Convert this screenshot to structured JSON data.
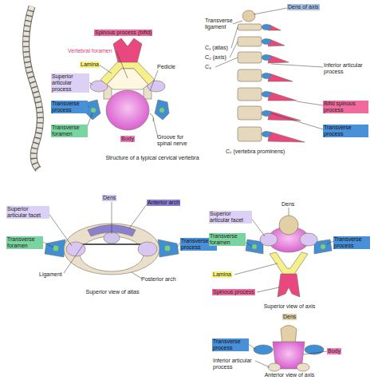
{
  "diagram": {
    "labels": [
      "Spinous process (bifid)",
      "Vertebral foramen",
      "Lamina",
      "Pedicle",
      "Superior articular process",
      "Transverse process",
      "Transverse foramen",
      "Body",
      "Groove for spinal nerve",
      "Structure of a typical cervical vertebra",
      "Dens of axis",
      "Transverse ligament",
      "C₁ (atlas)",
      "C₂ (axis)",
      "C₃",
      "Inferior articular process",
      "Bifid spinous process",
      "Transverse process",
      "C₇ (vertebra prominens)",
      "Dens",
      "Anterior arch",
      "Superior articular facet",
      "Transverse foramen",
      "Transverse process",
      "Ligament",
      "Posterior arch",
      "Superior view of atlas",
      "Dens",
      "Superior articular facet",
      "Transverse foramen",
      "Transverse process",
      "Lamina",
      "Spinous process",
      "Superior view of axis",
      "Dens",
      "Transverse process",
      "Body",
      "Inferior articular process",
      "Anterior view of axis"
    ]
  }
}
